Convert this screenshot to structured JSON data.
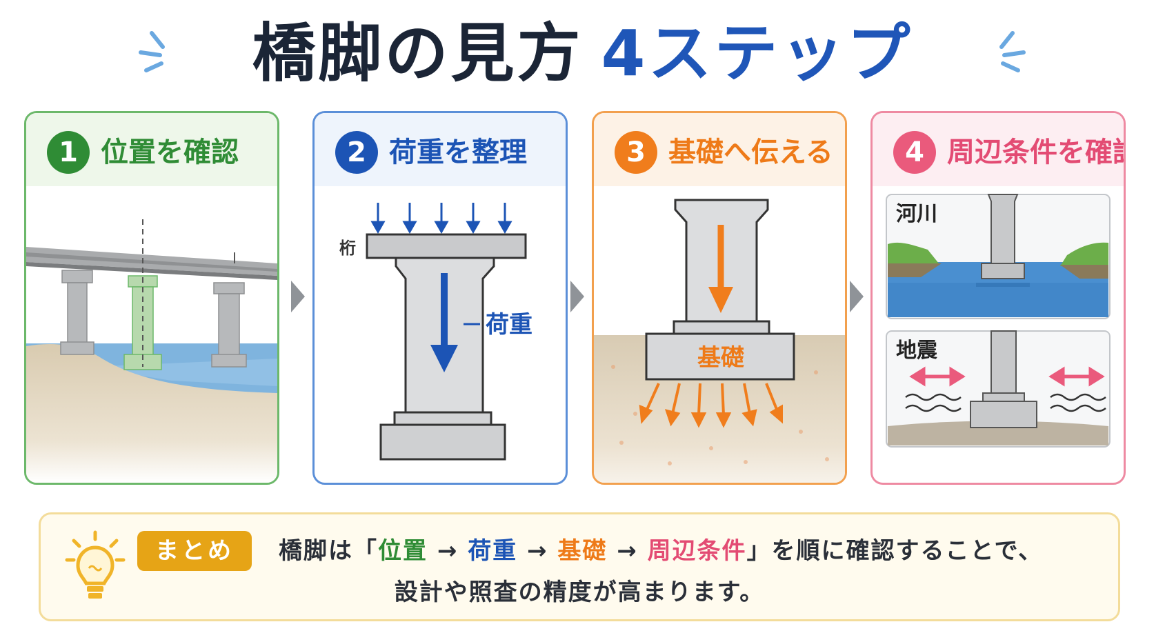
{
  "title": {
    "main": "橋脚の見方",
    "accent": "4ステップ"
  },
  "steps": [
    {
      "number": "1",
      "title": "位置を確認"
    },
    {
      "number": "2",
      "title": "荷重を整理",
      "girder_label": "桁",
      "load_label": "荷重"
    },
    {
      "number": "3",
      "title": "基礎へ伝える",
      "foundation_label": "基礎"
    },
    {
      "number": "4",
      "title": "周辺条件を確認",
      "river_label": "河川",
      "quake_label": "地震"
    }
  ],
  "summary": {
    "badge": "まとめ",
    "prefix": "橋脚は「",
    "k_position": "位置",
    "k_load": "荷重",
    "k_foundation": "基礎",
    "k_conditions": "周辺条件",
    "arrow": "→",
    "suffix": "」を順に確認することで、",
    "line2": "設計や照査の精度が高まります。"
  },
  "colors": {
    "title": "#1b2536",
    "accent_blue": "#1f56b8",
    "step1_green": "#2f8c35",
    "step2_blue": "#1c54b5",
    "step3_orange": "#f07d1c",
    "step4_pink": "#ea5a7c",
    "summary_badge": "#e6a416"
  },
  "icons": [
    "sparkle-icon",
    "chevron-right-icon",
    "lightbulb-icon",
    "double-arrow-icon",
    "wave-icon"
  ]
}
